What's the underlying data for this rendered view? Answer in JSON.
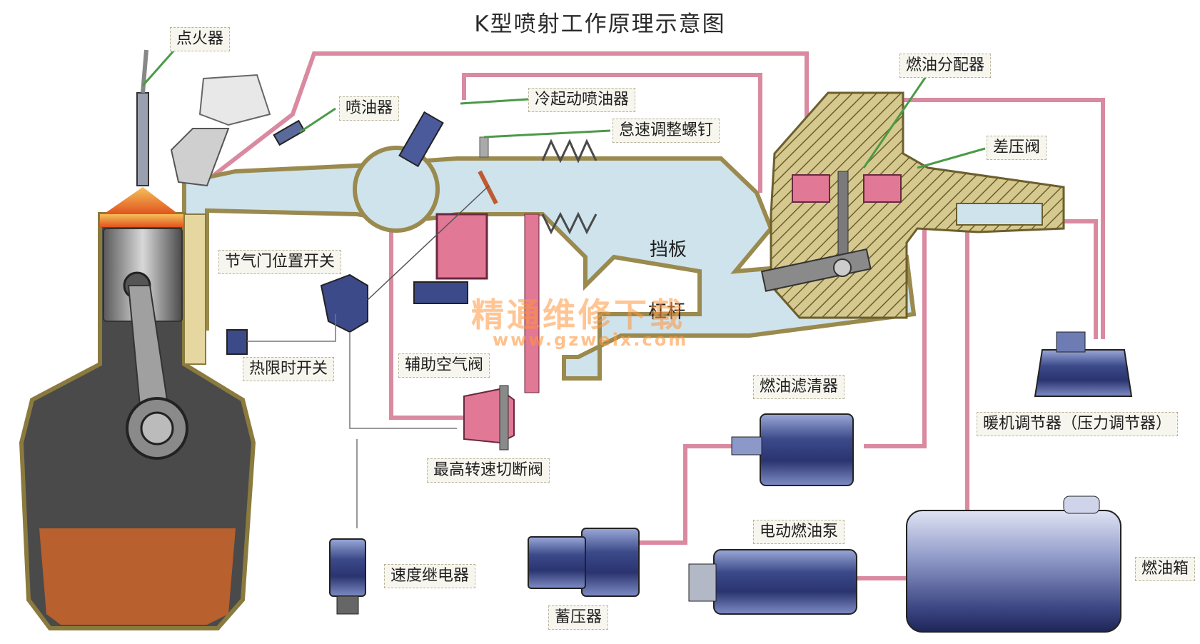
{
  "title": "K型喷射工作原理示意图",
  "labels": {
    "ignitor": "点火器",
    "injector": "喷油器",
    "cold_start_injector": "冷起动喷油器",
    "idle_screw": "怠速调整螺钉",
    "fuel_distributor": "燃油分配器",
    "diff_valve": "差压阀",
    "throttle_switch": "节气门位置开关",
    "thermo_switch": "热限时开关",
    "aux_air_valve": "辅助空气阀",
    "max_speed_valve": "最高转速切断阀",
    "speed_relay": "速度继电器",
    "fuel_filter": "燃油滤清器",
    "warmup_regulator": "暖机调节器（压力调节器）",
    "fuel_pump": "电动燃油泵",
    "accumulator": "蓄压器",
    "fuel_tank": "燃油箱",
    "baffle": "挡板",
    "lever": "杠杆"
  },
  "watermark": {
    "text": "精通维修下载",
    "url": "www.gzweix.com"
  },
  "colors": {
    "air_passage": "#cfe3ec",
    "air_outline": "#9a8a4e",
    "housing": "#d3c58c",
    "fuel_line": "#d98aa0",
    "pink_part": "#e07896",
    "engine_oil": "#b8602e",
    "component_blue": "#3c4a8a",
    "leader_line": "#4c9a48"
  }
}
